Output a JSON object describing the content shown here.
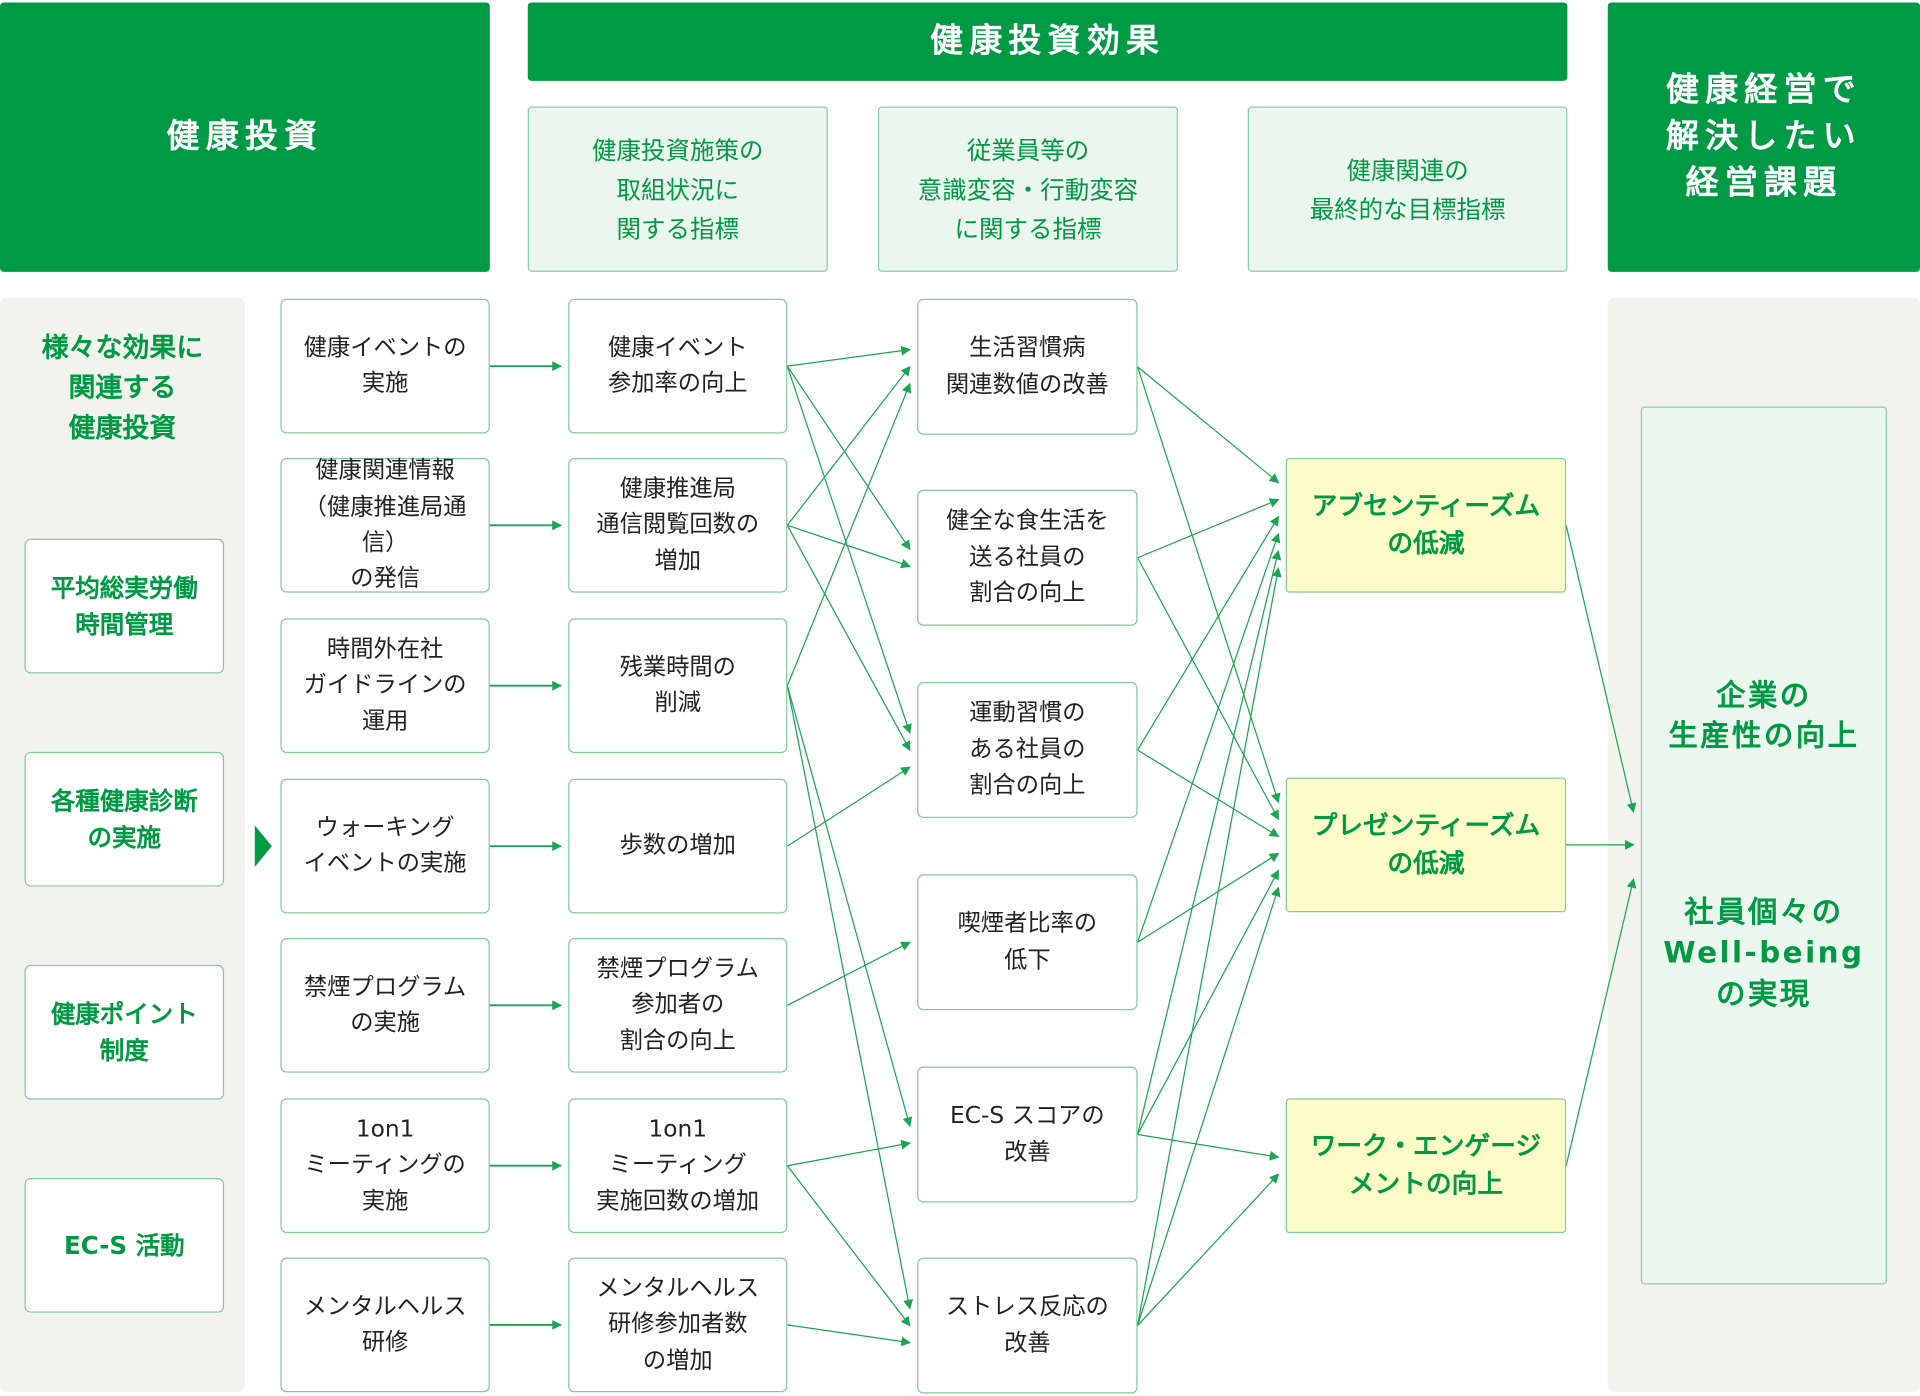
{
  "headers": {
    "investment": "健康投資",
    "effects": "健康投資効果",
    "management": "健康経営で\n解決したい\n経営課題"
  },
  "subheaders": [
    "健康投資施策の\n取組状況に\n関する指標",
    "従業員等の\n意識変容・行動変容\nに関する指標",
    "健康関連の\n最終的な目標指標"
  ],
  "left_panel": {
    "title": "様々な効果に\n関連する\n健康投資",
    "items": [
      "平均総実労働\n時間管理",
      "各種健康診断\nの実施",
      "健康ポイント\n制度",
      "EC-S 活動"
    ]
  },
  "investments": [
    "健康イベントの\n実施",
    "健康関連情報\n（健康推進局通信）\nの発信",
    "時間外在社\nガイドラインの\n運用",
    "ウォーキング\nイベントの実施",
    "禁煙プログラム\nの実施",
    "1on1\nミーティングの\n実施",
    "メンタルヘルス\n研修"
  ],
  "activity_metrics": [
    "健康イベント\n参加率の向上",
    "健康推進局\n通信閲覧回数の\n増加",
    "残業時間の\n削減",
    "歩数の増加",
    "禁煙プログラム\n参加者の\n割合の向上",
    "1on1\nミーティング\n実施回数の増加",
    "メンタルヘルス\n研修参加者数\nの増加"
  ],
  "behavior_metrics": [
    "生活習慣病\n関連数値の改善",
    "健全な食生活を\n送る社員の\n割合の向上",
    "運動習慣の\nある社員の\n割合の向上",
    "喫煙者比率の\n低下",
    "EC-S スコアの\n改善",
    "ストレス反応の\n改善"
  ],
  "goals": [
    "アブセンティーズム\nの低減",
    "プレゼンティーズム\nの低減",
    "ワーク・エンゲージ\nメントの向上"
  ],
  "final": {
    "line1": "企業の\n生産性の向上",
    "line2": "社員個々の\nWell-being\nの実現"
  },
  "edges": [
    [
      "A0",
      "B0"
    ],
    [
      "A1",
      "B1"
    ],
    [
      "A2",
      "B2"
    ],
    [
      "A3",
      "B3"
    ],
    [
      "A4",
      "B4"
    ],
    [
      "A5",
      "B5"
    ],
    [
      "A6",
      "B6"
    ],
    [
      "B0",
      "C0"
    ],
    [
      "B0",
      "C1"
    ],
    [
      "B0",
      "C2"
    ],
    [
      "B1",
      "C0"
    ],
    [
      "B1",
      "C1"
    ],
    [
      "B1",
      "C2"
    ],
    [
      "B2",
      "C0"
    ],
    [
      "B2",
      "C4"
    ],
    [
      "B2",
      "C5"
    ],
    [
      "B3",
      "C2"
    ],
    [
      "B4",
      "C3"
    ],
    [
      "B5",
      "C4"
    ],
    [
      "B5",
      "C5"
    ],
    [
      "B6",
      "C5"
    ],
    [
      "C0",
      "D0"
    ],
    [
      "C0",
      "D1"
    ],
    [
      "C1",
      "D0"
    ],
    [
      "C1",
      "D1"
    ],
    [
      "C2",
      "D0"
    ],
    [
      "C2",
      "D1"
    ],
    [
      "C3",
      "D0"
    ],
    [
      "C3",
      "D1"
    ],
    [
      "C4",
      "D0"
    ],
    [
      "C4",
      "D1"
    ],
    [
      "C4",
      "D2"
    ],
    [
      "C5",
      "D0"
    ],
    [
      "C5",
      "D1"
    ],
    [
      "C5",
      "D2"
    ],
    [
      "D0",
      "E"
    ],
    [
      "D1",
      "E"
    ],
    [
      "D2",
      "E"
    ]
  ],
  "colors": {
    "brand": "#009a44",
    "line": "#1aa553",
    "goal_bg": "#fdfcc8",
    "panel_bg": "#f3f3ee"
  }
}
